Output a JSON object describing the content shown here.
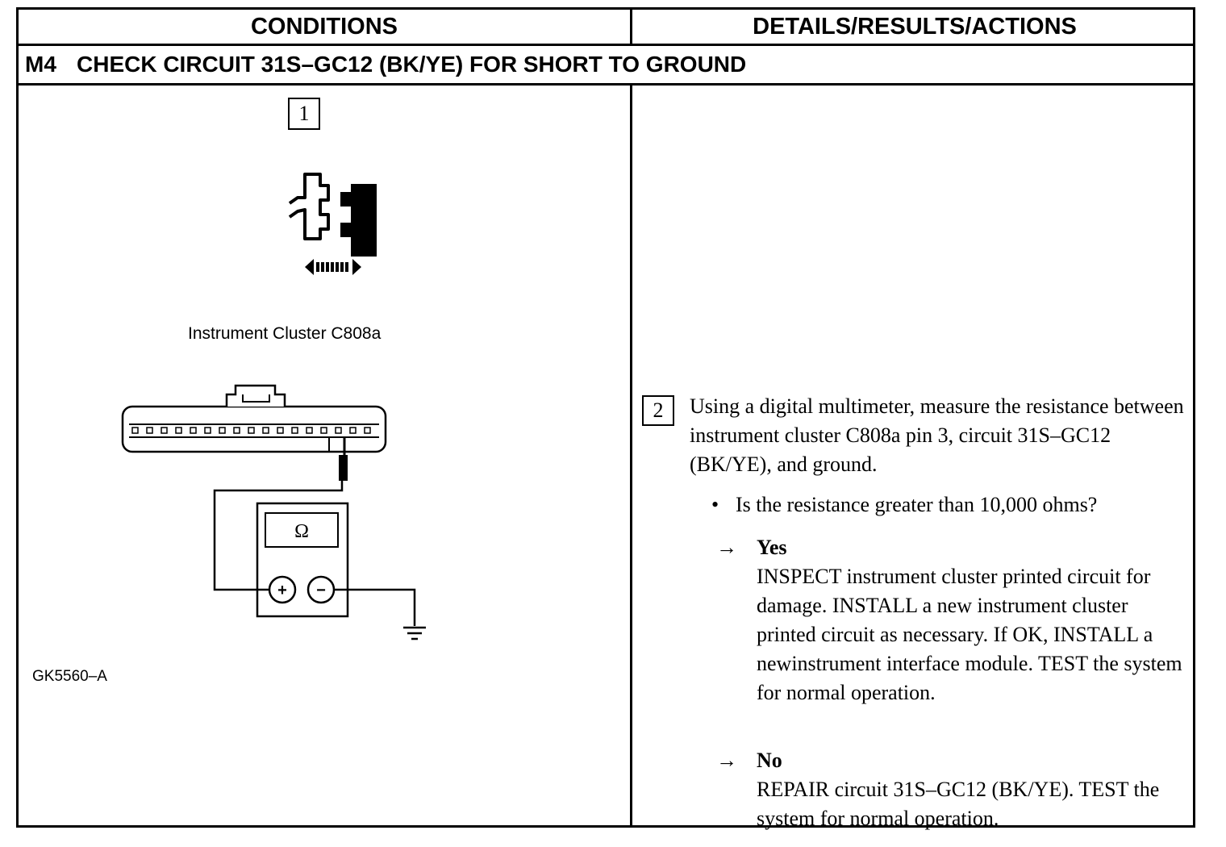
{
  "header": {
    "conditions": "CONDITIONS",
    "details": "DETAILS/RESULTS/ACTIONS"
  },
  "step": {
    "code": "M4",
    "title": "CHECK CIRCUIT 31S–GC12 (BK/YE) FOR SHORT TO GROUND"
  },
  "conditions": {
    "step1_number": "1",
    "connector_caption": "Instrument Cluster C808a",
    "meter_symbol": "Ω",
    "plus_symbol": "+",
    "minus_symbol": "−",
    "figure_id": "GK5560–A"
  },
  "details": {
    "step2_number": "2",
    "instruction": "Using a digital multimeter, measure the resistance between instrument cluster C808a pin 3, circuit 31S–GC12 (BK/YE), and ground.",
    "bullet": "•",
    "question": "Is the resistance greater than 10,000 ohms?",
    "arrow": "→",
    "yes_label": "Yes",
    "yes_text": "INSPECT instrument cluster printed circuit for damage. INSTALL a new instrument cluster printed circuit as necessary. If OK, INSTALL a newinstrument interface module. TEST the system for normal operation.",
    "no_label": "No",
    "no_text": "REPAIR circuit 31S–GC12 (BK/YE). TEST the system for normal operation."
  }
}
